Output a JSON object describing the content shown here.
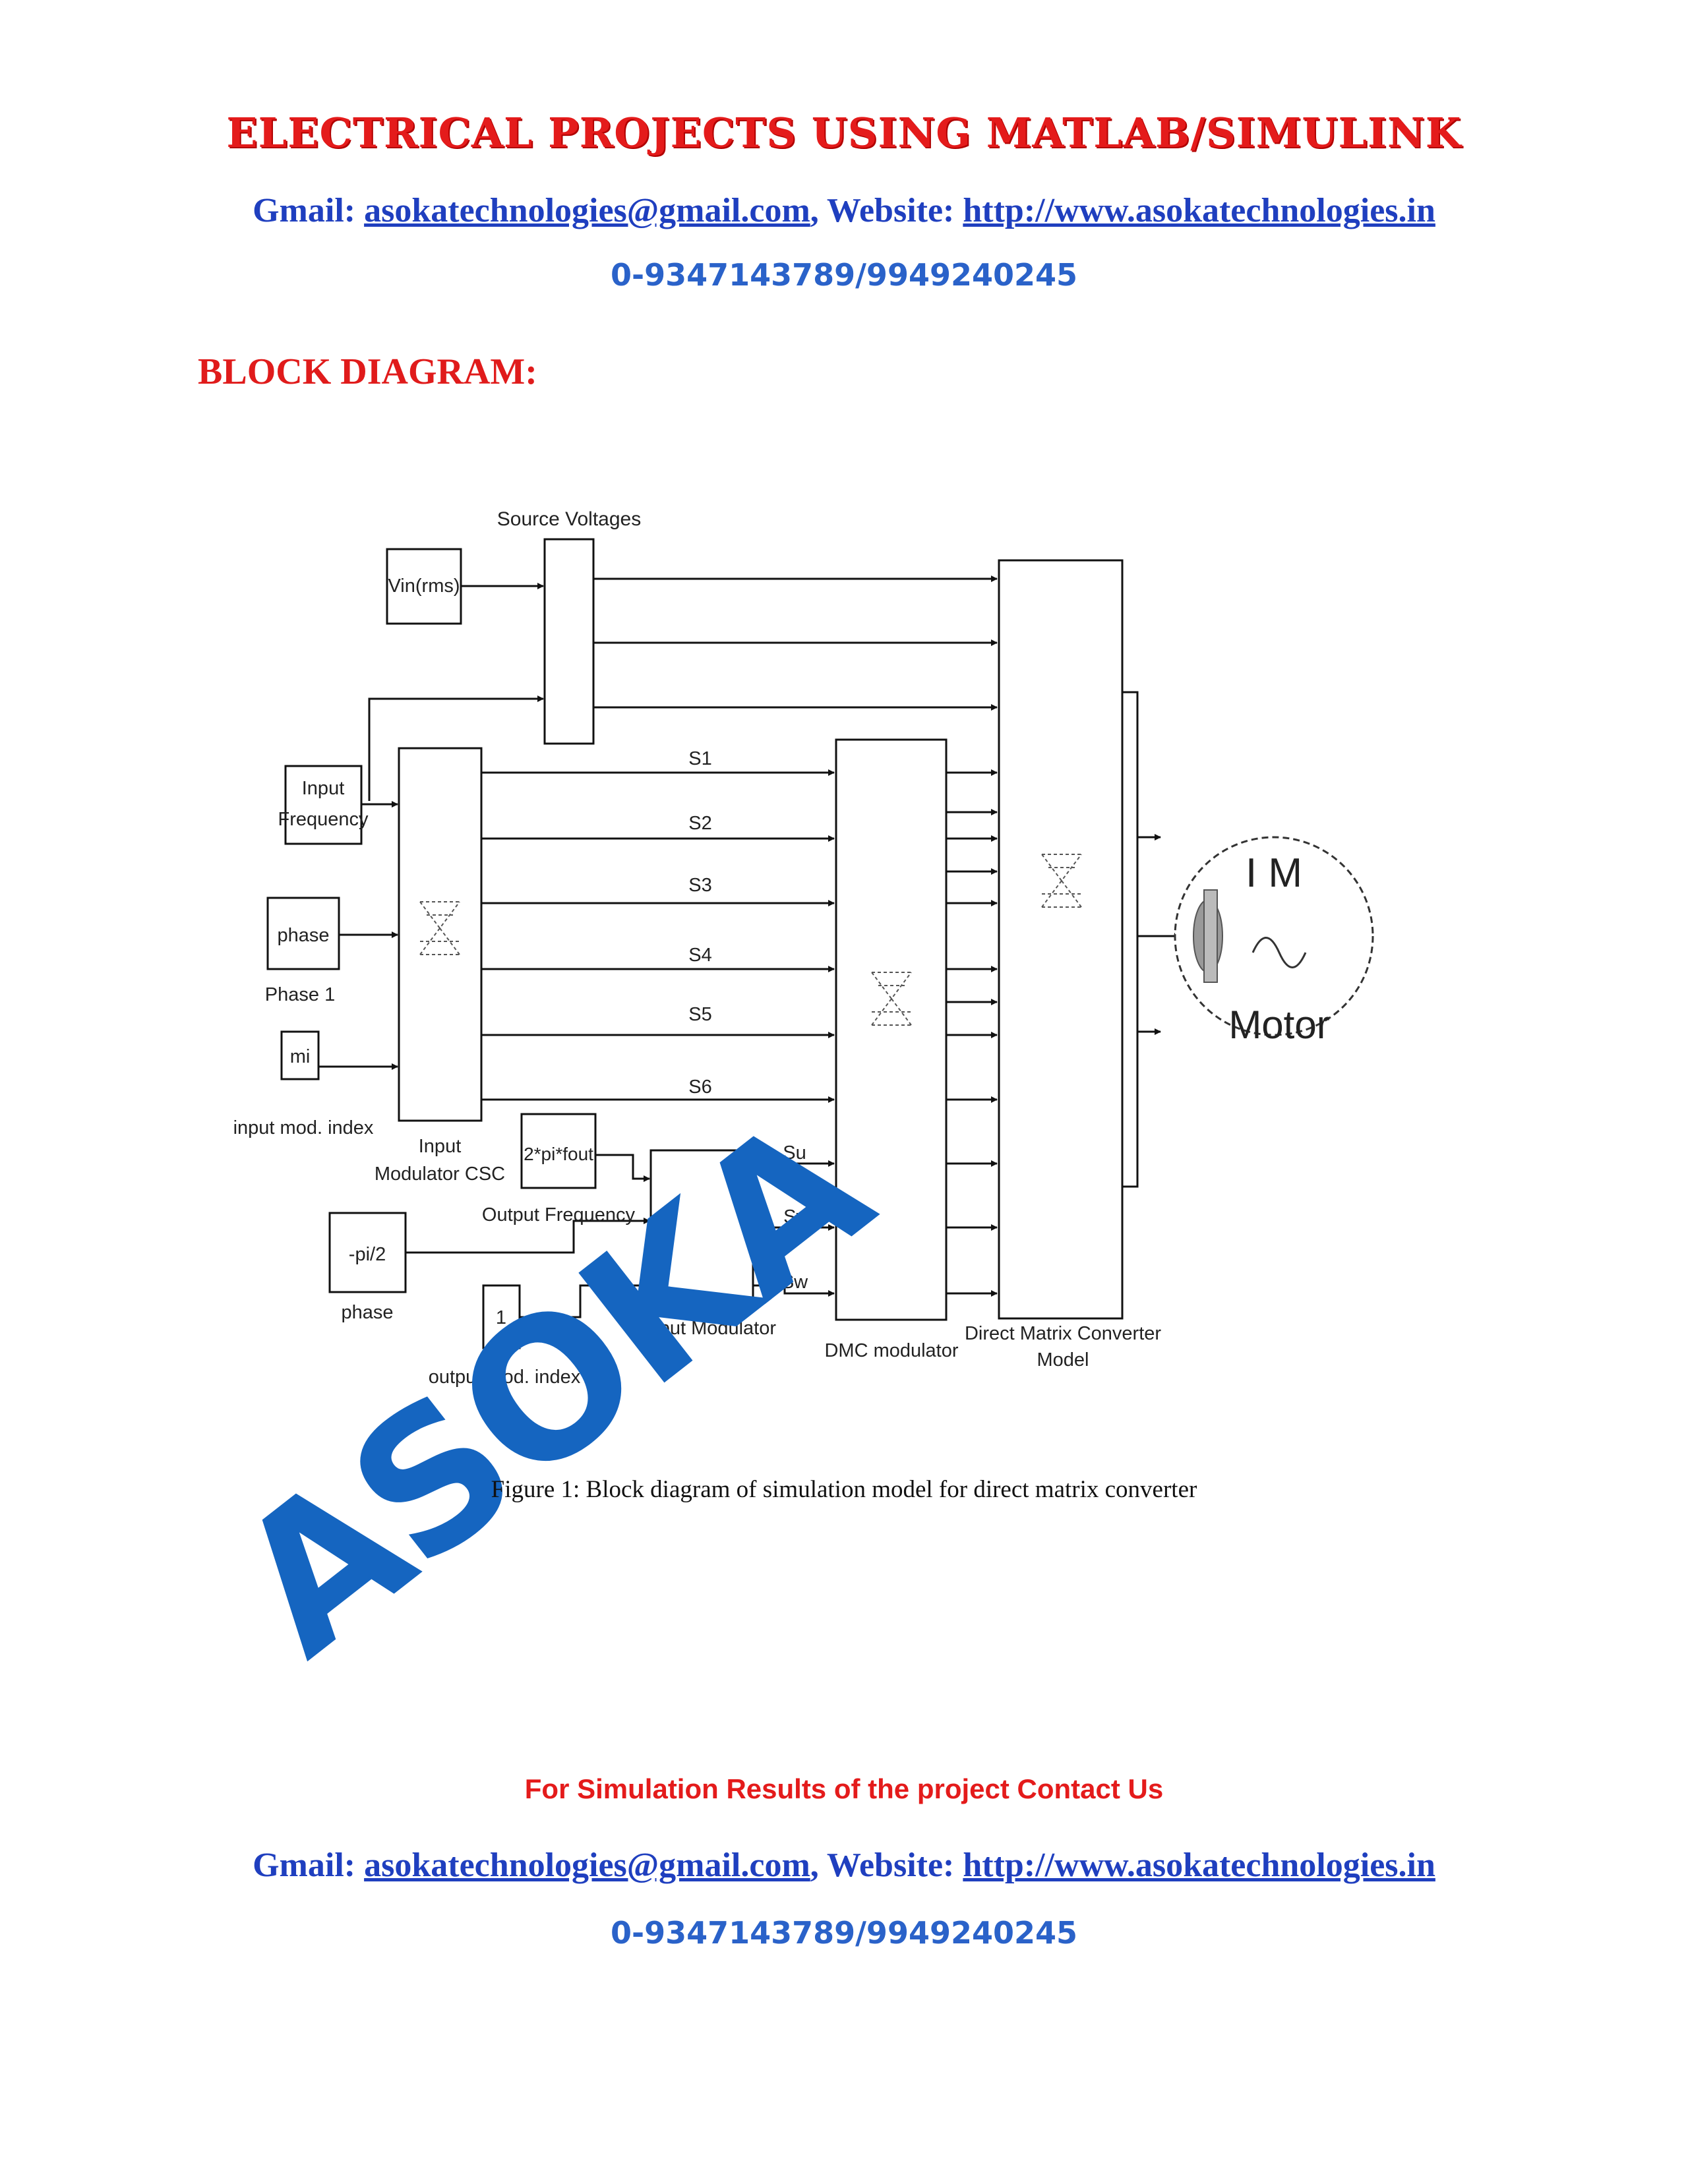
{
  "header": {
    "title": "ELECTRICAL PROJECTS USING MATLAB/SIMULINK",
    "gmail_label": "Gmail:",
    "gmail": "asokatechnologies@gmail.com",
    "sep": ",",
    "website_label": "Website:",
    "website": "http://www.asokatechnologies.in",
    "phone": "0-9347143789/9949240245"
  },
  "section": {
    "heading": "BLOCK DIAGRAM:"
  },
  "diagram": {
    "source_voltages": "Source Voltages",
    "vin": "Vin(rms)",
    "input_frequency_line1": "Input",
    "input_frequency_line2": "Frequency",
    "phase_block": "phase",
    "phase1": "Phase 1",
    "mi_block": "mi",
    "input_mod_index": "input mod. index",
    "input_modulator_line1": "Input",
    "input_modulator_line2": "Modulator CSC",
    "s_labels": [
      "S1",
      "S2",
      "S3",
      "S4",
      "S5",
      "S6"
    ],
    "out_freq_block": "2*pi*fout",
    "output_frequency": "Output Frequency",
    "neg_phase_block": "-pi/2",
    "phase_label": "phase",
    "one_block": "1",
    "output_mod_index": "output mod. index",
    "output_modulator": "Output Modulator",
    "su": "Su",
    "sv": "Sv",
    "sw": "Sw",
    "dmc_modulator": "DMC modulator",
    "dmc_model_line1": "Direct Matrix Converter",
    "dmc_model_line2": "Model",
    "motor_im": "I M",
    "motor_label": "Motor"
  },
  "figure": {
    "caption": "Figure 1: Block diagram of simulation model for direct matrix converter"
  },
  "watermark": "ASOKA",
  "footer": {
    "cta": "For Simulation Results of the project Contact Us",
    "gmail_label": "Gmail:",
    "gmail": "asokatechnologies@gmail.com",
    "sep": ",",
    "website_label": "Website:",
    "website": "http://www.asokatechnologies.in",
    "phone": "0-9347143789/9949240245"
  },
  "colors": {
    "title_red": "#e41b1b",
    "link_blue": "#1f3fbf",
    "phone_blue": "#2a62c9",
    "watermark_blue": "#1565c0"
  }
}
